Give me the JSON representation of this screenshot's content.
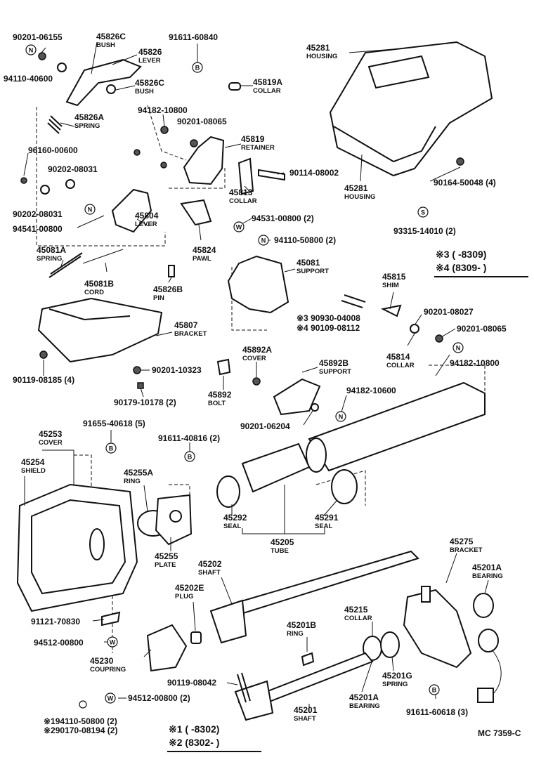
{
  "labels": [
    {
      "id": "p45826c_top",
      "num": "45826C",
      "name": "BUSH"
    },
    {
      "id": "p90201_06155",
      "num": "90201-06155",
      "name": ""
    },
    {
      "id": "p94110_40600",
      "num": "94110-40600",
      "name": ""
    },
    {
      "id": "p45826",
      "num": "45826",
      "name": "LEVER"
    },
    {
      "id": "p45826c_mid",
      "num": "45826C",
      "name": "BUSH"
    },
    {
      "id": "p91611_60840",
      "num": "91611-60840",
      "name": ""
    },
    {
      "id": "p45819a",
      "num": "45819A",
      "name": "COLLAR"
    },
    {
      "id": "p45826a",
      "num": "45826A",
      "name": "SPRING"
    },
    {
      "id": "p94182_10800_a",
      "num": "94182-10800",
      "name": ""
    },
    {
      "id": "p90201_08065_a",
      "num": "90201-08065",
      "name": ""
    },
    {
      "id": "p45819",
      "num": "45819",
      "name": "RETAINER"
    },
    {
      "id": "p96160_00600",
      "num": "96160-00600",
      "name": ""
    },
    {
      "id": "p90202_08031_a",
      "num": "90202-08031",
      "name": ""
    },
    {
      "id": "p90114_08002",
      "num": "90114-08002",
      "name": ""
    },
    {
      "id": "p45813",
      "num": "45813",
      "name": "COLLAR"
    },
    {
      "id": "p90202_08031_b",
      "num": "90202-08031",
      "name": ""
    },
    {
      "id": "p94541_00800",
      "num": "94541-00800",
      "name": ""
    },
    {
      "id": "p45804",
      "num": "45804",
      "name": "LEVER"
    },
    {
      "id": "p94531_00800",
      "num": "94531-00800 (2)",
      "name": ""
    },
    {
      "id": "p94110_50800",
      "num": "94110-50800 (2)",
      "name": ""
    },
    {
      "id": "p45824",
      "num": "45824",
      "name": "PAWL"
    },
    {
      "id": "p45281_top",
      "num": "45281",
      "name": "HOUSING"
    },
    {
      "id": "p45281_bot",
      "num": "45281",
      "name": "HOUSING"
    },
    {
      "id": "p90164_50048",
      "num": "90164-50048 (4)",
      "name": ""
    },
    {
      "id": "p93315_14010",
      "num": "93315-14010 (2)",
      "name": ""
    },
    {
      "id": "p45081a",
      "num": "45081A",
      "name": "SPRING"
    },
    {
      "id": "p45081b",
      "num": "45081B",
      "name": "CORD"
    },
    {
      "id": "p45826b",
      "num": "45826B",
      "name": "PIN"
    },
    {
      "id": "p45081",
      "num": "45081",
      "name": "SUPPORT"
    },
    {
      "id": "p45815",
      "num": "45815",
      "name": "SHIM"
    },
    {
      "id": "p90930_04008",
      "num": "※3 90930-04008",
      "name": ""
    },
    {
      "id": "p90109_08112",
      "num": "※4 90109-08112",
      "name": ""
    },
    {
      "id": "p90201_08027",
      "num": "90201-08027",
      "name": ""
    },
    {
      "id": "p90201_08065_b",
      "num": "90201-08065",
      "name": ""
    },
    {
      "id": "p45807",
      "num": "45807",
      "name": "BRACKET"
    },
    {
      "id": "p45814",
      "num": "45814",
      "name": "COLLAR"
    },
    {
      "id": "p94182_10800_b",
      "num": "94182-10800",
      "name": ""
    },
    {
      "id": "p90119_08185",
      "num": "90119-08185 (4)",
      "name": ""
    },
    {
      "id": "p90201_10323",
      "num": "90201-10323",
      "name": ""
    },
    {
      "id": "p45892a",
      "num": "45892A",
      "name": "COVER"
    },
    {
      "id": "p45892b",
      "num": "45892B",
      "name": "SUPPORT"
    },
    {
      "id": "p90179_10178",
      "num": "90179-10178 (2)",
      "name": ""
    },
    {
      "id": "p45892",
      "num": "45892",
      "name": "BOLT"
    },
    {
      "id": "p94182_10600",
      "num": "94182-10600",
      "name": ""
    },
    {
      "id": "p90201_06204",
      "num": "90201-06204",
      "name": ""
    },
    {
      "id": "p45253",
      "num": "45253",
      "name": "COVER"
    },
    {
      "id": "p91655_40618",
      "num": "91655-40618 (5)",
      "name": ""
    },
    {
      "id": "p91611_40816",
      "num": "91611-40816 (2)",
      "name": ""
    },
    {
      "id": "p45254",
      "num": "45254",
      "name": "SHIELD"
    },
    {
      "id": "p45255a",
      "num": "45255A",
      "name": "RING"
    },
    {
      "id": "p45255",
      "num": "45255",
      "name": "PLATE"
    },
    {
      "id": "p45292",
      "num": "45292",
      "name": "SEAL"
    },
    {
      "id": "p45291",
      "num": "45291",
      "name": "SEAL"
    },
    {
      "id": "p45205",
      "num": "45205",
      "name": "TUBE"
    },
    {
      "id": "p45202",
      "num": "45202",
      "name": "SHAFT"
    },
    {
      "id": "p45275",
      "num": "45275",
      "name": "BRACKET"
    },
    {
      "id": "p45201a_top",
      "num": "45201A",
      "name": "BEARING"
    },
    {
      "id": "p45202e",
      "num": "45202E",
      "name": "PLUG"
    },
    {
      "id": "p45215",
      "num": "45215",
      "name": "COLLAR"
    },
    {
      "id": "p91121_70830",
      "num": "91121-70830",
      "name": ""
    },
    {
      "id": "p45201b",
      "num": "45201B",
      "name": "RING"
    },
    {
      "id": "p94512_00800_a",
      "num": "94512-00800",
      "name": ""
    },
    {
      "id": "p45230",
      "num": "45230",
      "name": "COUPRING"
    },
    {
      "id": "p45201g",
      "num": "45201G",
      "name": "SPRING"
    },
    {
      "id": "p90119_08042",
      "num": "90119-08042",
      "name": ""
    },
    {
      "id": "p94512_00800_b",
      "num": "94512-00800 (2)",
      "name": ""
    },
    {
      "id": "p45201a_bot",
      "num": "45201A",
      "name": "BEARING"
    },
    {
      "id": "p45201",
      "num": "45201",
      "name": "SHAFT"
    },
    {
      "id": "p91611_60618",
      "num": "91611-60618 (3)",
      "name": ""
    },
    {
      "id": "p194110_50800",
      "num": "※194110-50800 (2)",
      "name": ""
    },
    {
      "id": "p290170_08194",
      "num": "※290170-08194 (2)",
      "name": ""
    }
  ],
  "notes": {
    "note34_line1": "※3 (       -8309)",
    "note34_line2": "※4 (8309-          )",
    "note12_line1": "※1 (       -8302)",
    "note12_line2": "※2 (8302-          )"
  },
  "symbols": {
    "N": "N",
    "B": "B",
    "W": "W",
    "S": "S"
  },
  "diagram_code": "MC  7359-C"
}
